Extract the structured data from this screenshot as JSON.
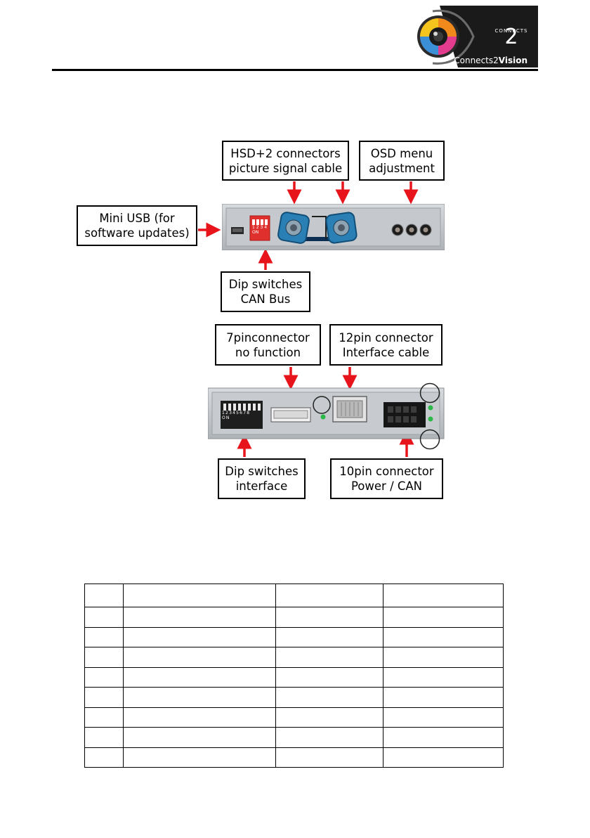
{
  "logo": {
    "brand_top": "CONNECTS",
    "brand_numeral": "2",
    "brand_line_prefix": "Connects2",
    "brand_line_bold": "Vision"
  },
  "callouts": {
    "hsd": "HSD+2 connectors\npicture signal cable",
    "osd": "OSD menu\nadjustment",
    "mini_usb": "Mini USB (for\nsoftware updates)",
    "dip_can": "Dip switches\nCAN Bus",
    "pin7": "7pinconnector\nno function",
    "pin12": "12pin connector\nInterface cable",
    "dip_interface": "Dip switches\ninterface",
    "pin10": "10pin connector\nPower / CAN"
  },
  "top_device": {
    "dip_numbers": [
      "1",
      "2",
      "3",
      "4"
    ],
    "dip_on": "ON"
  },
  "bottom_device": {
    "dip_numbers": [
      "1",
      "2",
      "3",
      "4",
      "5",
      "6",
      "7",
      "8"
    ],
    "dip_on": "ON"
  },
  "colors": {
    "arrow": "#e8141b",
    "device_panel": "#c9cdd1",
    "hsd_connector": "#2a7fb4",
    "led_green": "#2db84a",
    "dip_red": "#e0302d"
  },
  "table": {
    "rows": [
      [
        "",
        "",
        "",
        ""
      ],
      [
        "",
        "",
        "",
        ""
      ],
      [
        "",
        "",
        "",
        ""
      ],
      [
        "",
        "",
        "",
        ""
      ],
      [
        "",
        "",
        "",
        ""
      ],
      [
        "",
        "",
        "",
        ""
      ],
      [
        "",
        "",
        "",
        ""
      ],
      [
        "",
        "",
        "",
        ""
      ],
      [
        "",
        "",
        "",
        ""
      ]
    ]
  }
}
